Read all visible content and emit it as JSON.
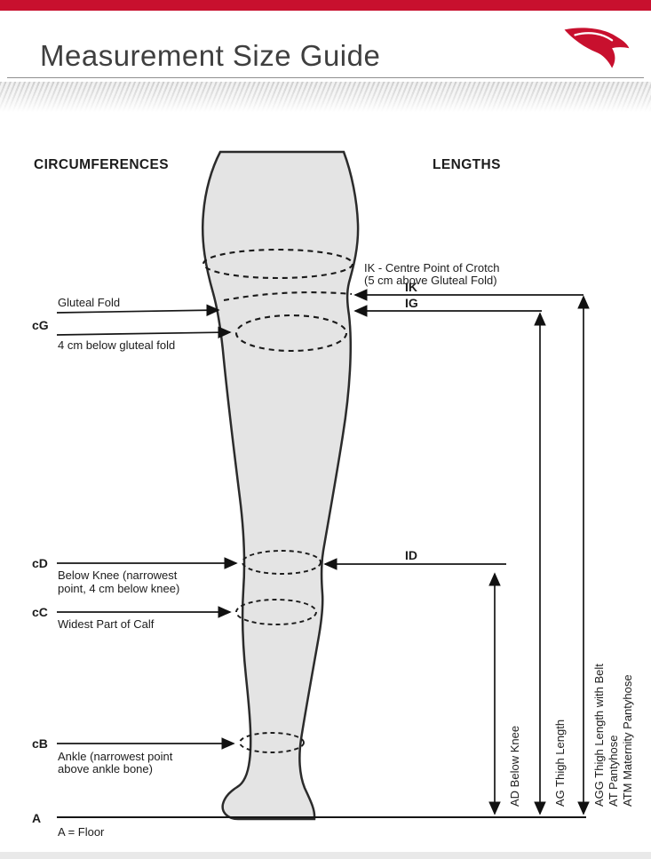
{
  "header": {
    "title": "Measurement Size Guide",
    "logo_name": "red-swallow-logo"
  },
  "columns": {
    "circumferences": "CIRCUMFERENCES",
    "lengths": "LENGTHS"
  },
  "circumferences": {
    "cG": {
      "code": "cG",
      "label1": "Gluteal Fold",
      "label2": "4 cm below gluteal fold"
    },
    "cD": {
      "code": "cD",
      "label1": "Below Knee (narrowest",
      "label2": "point, 4 cm below knee)"
    },
    "cC": {
      "code": "cC",
      "label1": "Widest Part of Calf"
    },
    "cB": {
      "code": "cB",
      "label1": "Ankle (narrowest point",
      "label2": "above ankle bone)"
    },
    "A": {
      "code": "A",
      "label1": "A = Floor"
    }
  },
  "lengths": {
    "ik_note1": "IK - Centre Point of Crotch",
    "ik_note2": "(5 cm above Gluteal Fold)",
    "IK": "IK",
    "IG": "IG",
    "ID": "ID",
    "AD": "AD Below Knee",
    "AG": "AG Thigh Length",
    "AGG": "AGG Thigh Length with Belt",
    "AT": "AT Pantyhose",
    "ATM": "ATM Maternity Pantyhose"
  },
  "colors": {
    "accent_red": "#c8102e",
    "leg_fill": "#e4e4e4",
    "line": "#1a1a1a"
  }
}
